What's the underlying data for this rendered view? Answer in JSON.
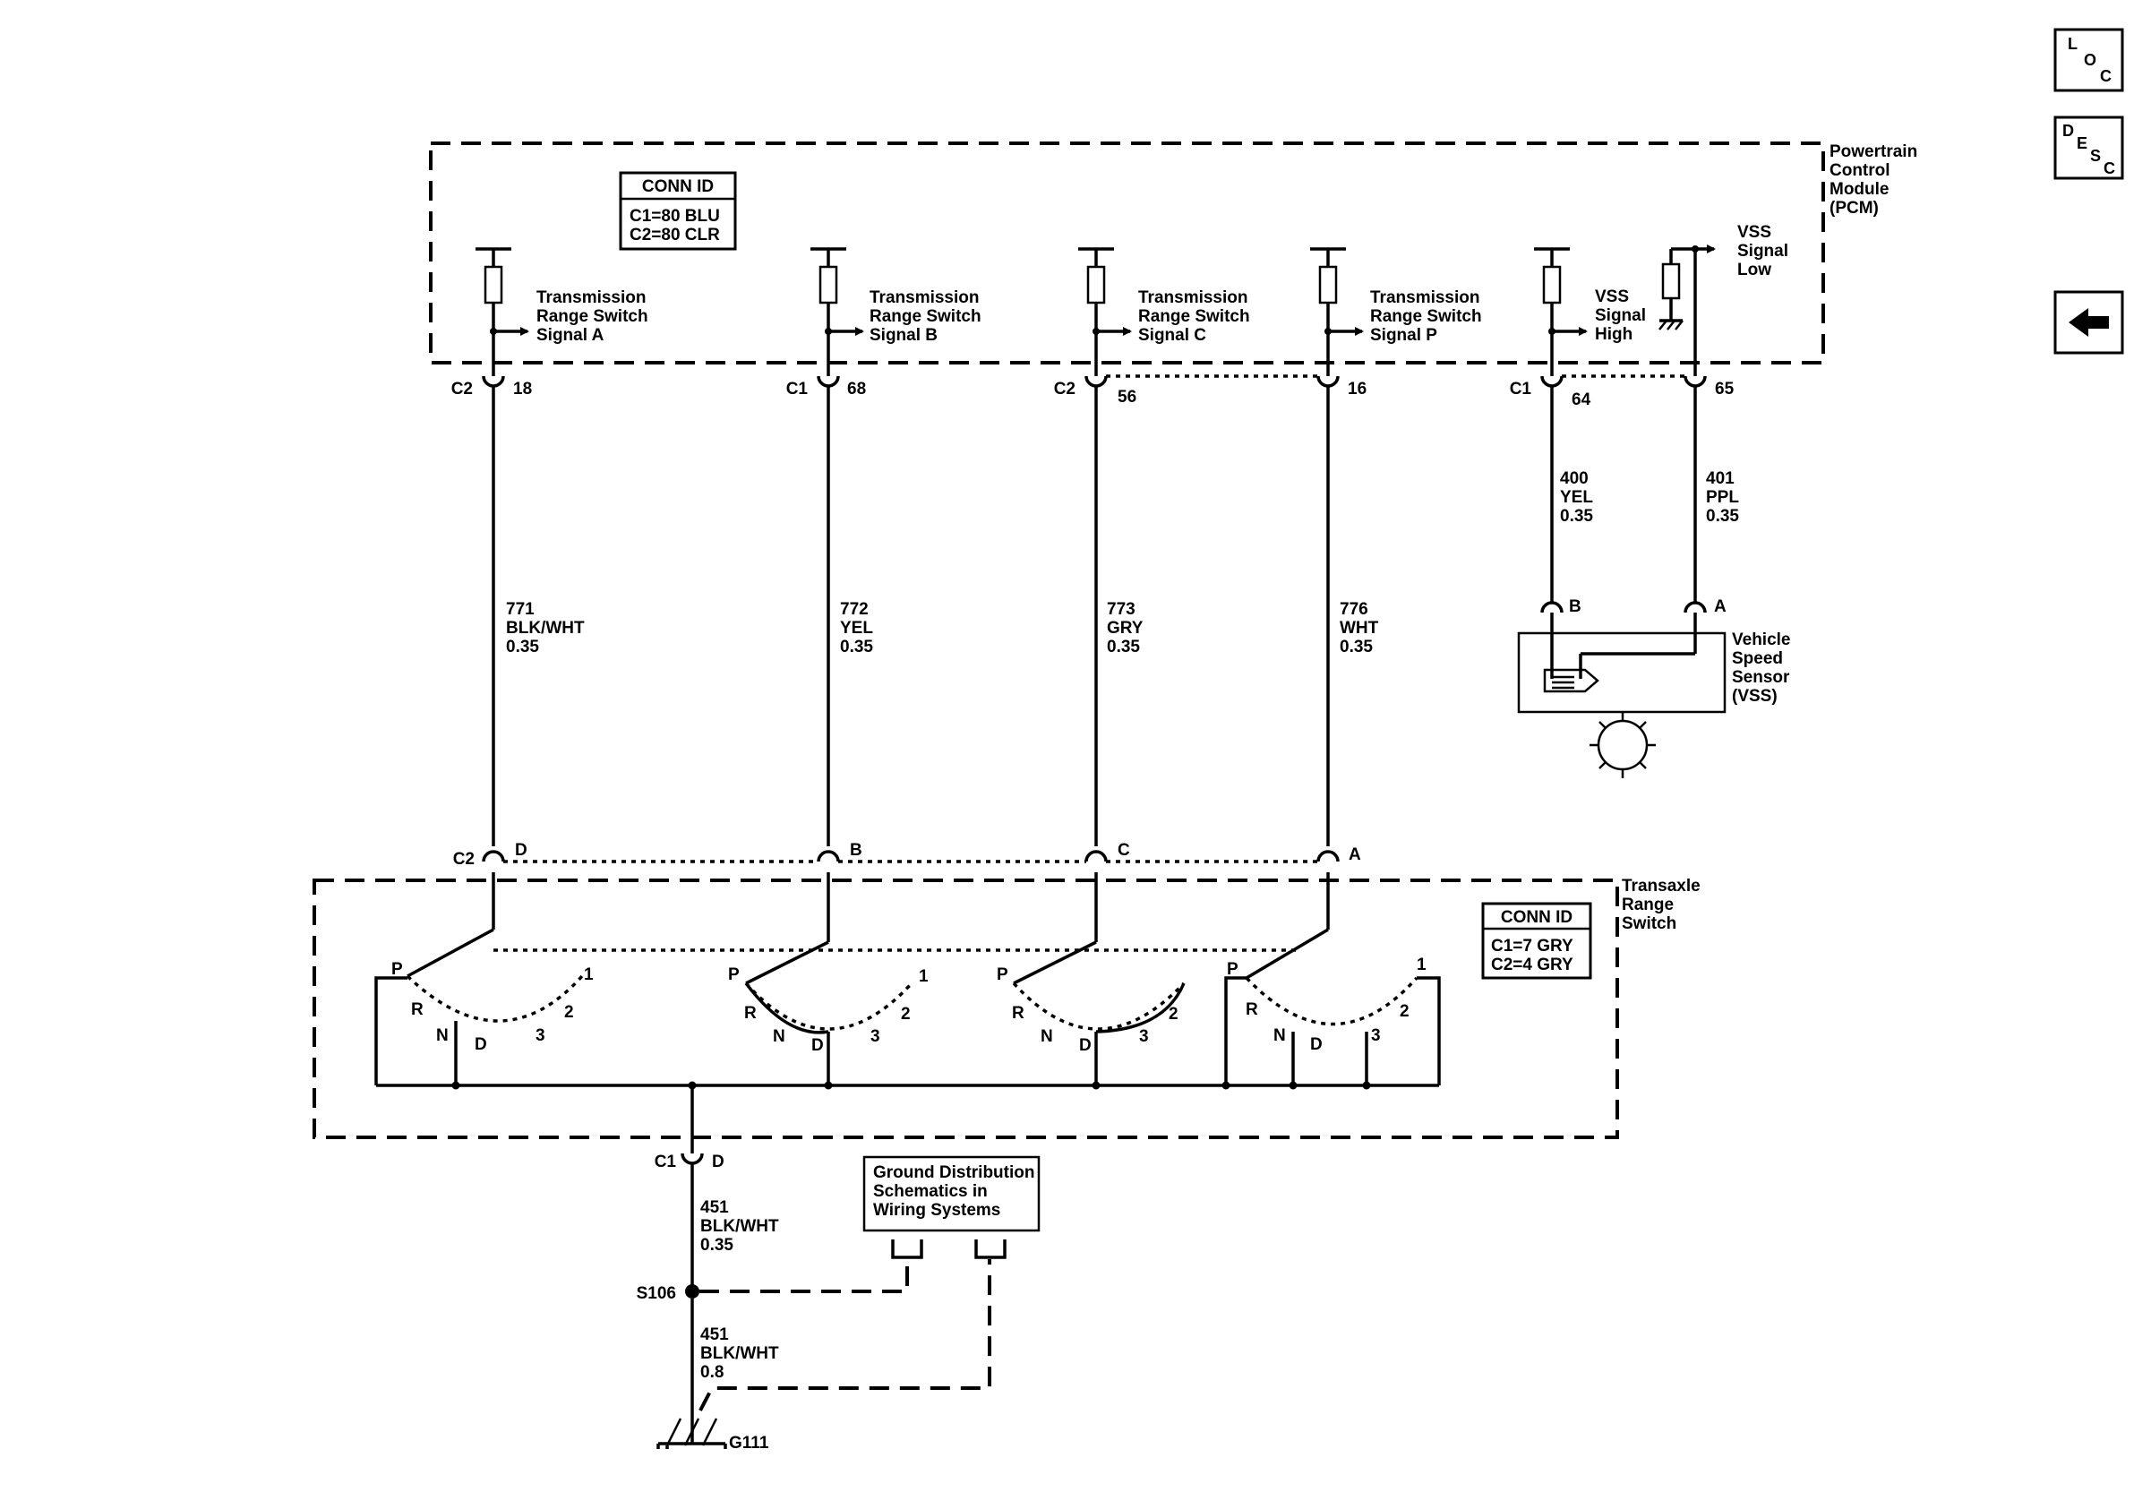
{
  "nav": {
    "loc": {
      "l": "L",
      "o": "O",
      "c": "C"
    },
    "desc": {
      "d": "D",
      "e": "E",
      "s": "S",
      "c": "C"
    },
    "back_icon": "left-arrow-icon"
  },
  "pcm": {
    "label": [
      "Powertrain",
      "Control",
      "Module",
      "(PCM)"
    ],
    "conn_id": {
      "title": "CONN ID",
      "lines": [
        "C1=80 BLU",
        "C2=80 CLR"
      ]
    }
  },
  "signals": [
    {
      "label": [
        "Transmission",
        "Range Switch",
        "Signal A"
      ],
      "conn": "C2",
      "pin": "18",
      "circuit": "771",
      "color": "BLK/WHT",
      "gauge": "0.35",
      "bottom_pin": "D"
    },
    {
      "label": [
        "Transmission",
        "Range Switch",
        "Signal B"
      ],
      "conn": "C1",
      "pin": "68",
      "circuit": "772",
      "color": "YEL",
      "gauge": "0.35",
      "bottom_pin": "B"
    },
    {
      "label": [
        "Transmission",
        "Range Switch",
        "Signal C"
      ],
      "conn": "C2",
      "pin": "56",
      "circuit": "773",
      "color": "GRY",
      "gauge": "0.35",
      "bottom_pin": "C"
    },
    {
      "label": [
        "Transmission",
        "Range Switch",
        "Signal P"
      ],
      "conn": "",
      "pin": "16",
      "circuit": "776",
      "color": "WHT",
      "gauge": "0.35",
      "bottom_pin": "A"
    }
  ],
  "vss": {
    "high": {
      "label": [
        "VSS",
        "Signal",
        "High"
      ],
      "conn": "C1",
      "pin": "64",
      "circuit": "400",
      "color": "YEL",
      "gauge": "0.35",
      "sensor_pin": "B"
    },
    "low": {
      "label": [
        "VSS",
        "Signal",
        "Low"
      ],
      "pin": "65",
      "circuit": "401",
      "color": "PPL",
      "gauge": "0.35",
      "sensor_pin": "A"
    },
    "sensor_label": [
      "Vehicle",
      "Speed",
      "Sensor",
      "(VSS)"
    ]
  },
  "switch": {
    "conn": "C2",
    "label": [
      "Transaxle",
      "Range",
      "Switch"
    ],
    "conn_id": {
      "title": "CONN ID",
      "lines": [
        "C1=7 GRY",
        "C2=4 GRY"
      ]
    },
    "positions": {
      "p": "P",
      "r": "R",
      "n": "N",
      "d": "D",
      "three": "3",
      "two": "2",
      "one": "1"
    },
    "ground_conn": "C1",
    "ground_pin": "D"
  },
  "ground": {
    "wire1": {
      "circuit": "451",
      "color": "BLK/WHT",
      "gauge": "0.35"
    },
    "splice": "S106",
    "wire2": {
      "circuit": "451",
      "color": "BLK/WHT",
      "gauge": "0.8"
    },
    "ground_id": "G111",
    "ref_box": [
      "Ground Distribution",
      "Schematics in",
      "Wiring Systems"
    ]
  }
}
